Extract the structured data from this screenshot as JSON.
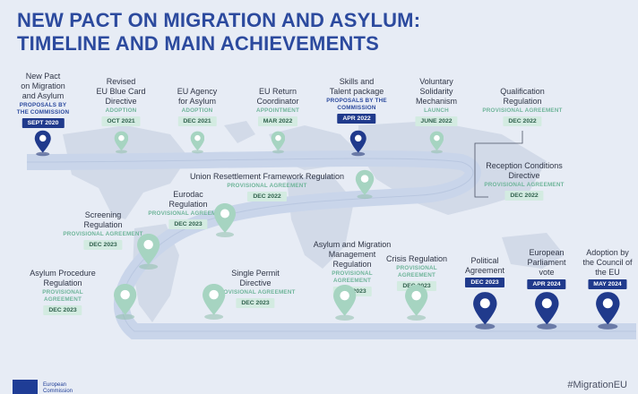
{
  "title": {
    "line1": "NEW PACT ON MIGRATION AND ASYLUM:",
    "line2": "TIMELINE AND MAIN ACHIEVEMENTS"
  },
  "colors": {
    "dark_blue": "#203a8c",
    "title_blue": "#2c4a9e",
    "light_green": "#d3ebe1",
    "green_text": "#6fb59a",
    "pin_green": "#a6d4c1",
    "road": "#c7d3e8"
  },
  "milestones": [
    {
      "key": "new-pact",
      "name": "New Pact\non Migration\nand Asylum",
      "status": "PROPOSALS BY\nTHE COMMISSION",
      "date": "SEPT 2020",
      "style": "blue"
    },
    {
      "key": "blue-card",
      "name": "Revised\nEU Blue Card\nDirective",
      "status": "ADOPTION",
      "date": "OCT 2021",
      "style": "green"
    },
    {
      "key": "eu-agency",
      "name": "EU Agency\nfor Asylum",
      "status": "ADOPTION",
      "date": "DEC 2021",
      "style": "green"
    },
    {
      "key": "return-coordinator",
      "name": "EU Return\nCoordinator",
      "status": "APPOINTMENT",
      "date": "MAR 2022",
      "style": "green"
    },
    {
      "key": "skills-talent",
      "name": "Skills and\nTalent package",
      "status": "PROPOSALS BY THE\nCOMMISSION",
      "date": "APR 2022",
      "style": "blue"
    },
    {
      "key": "voluntary-solidarity",
      "name": "Voluntary\nSolidarity\nMechanism",
      "status": "LAUNCH",
      "date": "JUNE 2022",
      "style": "green"
    },
    {
      "key": "qualification",
      "name": "Qualification\nRegulation",
      "status": "PROVISIONAL AGREEMENT",
      "date": "DEC 2022",
      "style": "green"
    },
    {
      "key": "resettlement",
      "name": "Union Resettlement Framework Regulation",
      "status": "PROVISIONAL AGREEMENT",
      "date": "DEC 2022",
      "style": "green"
    },
    {
      "key": "reception",
      "name": "Reception Conditions\nDirective",
      "status": "PROVISIONAL AGREEMENT",
      "date": "DEC 2022",
      "style": "green"
    },
    {
      "key": "eurodac",
      "name": "Eurodac\nRegulation",
      "status": "PROVISIONAL AGREEMENT",
      "date": "DEC 2023",
      "style": "green"
    },
    {
      "key": "screening",
      "name": "Screening\nRegulation",
      "status": "PROVISIONAL AGREEMENT",
      "date": "DEC 2023",
      "style": "green"
    },
    {
      "key": "asylum-procedure",
      "name": "Asylum Procedure\nRegulation",
      "status": "PROVISIONAL\nAGREEMENT",
      "date": "DEC 2023",
      "style": "green"
    },
    {
      "key": "single-permit",
      "name": "Single Permit\nDirective",
      "status": "PROVISIONAL AGREEMENT",
      "date": "DEC 2023",
      "style": "green"
    },
    {
      "key": "asylum-migration-mgmt",
      "name": "Asylum and Migration\nManagement\nRegulation",
      "status": "PROVISIONAL\nAGREEMENT",
      "date": "DEC 2023",
      "style": "green"
    },
    {
      "key": "crisis",
      "name": "Crisis Regulation",
      "status": "PROVISIONAL\nAGREEMENT",
      "date": "DEC 2023",
      "style": "green"
    },
    {
      "key": "political",
      "name": "Political\nAgreement",
      "status": "",
      "date": "DEC 2023",
      "style": "blue"
    },
    {
      "key": "parliament",
      "name": "European\nParliament\nvote",
      "status": "",
      "date": "APR 2024",
      "style": "blue"
    },
    {
      "key": "council",
      "name": "Adoption by\nthe Council of\nthe EU",
      "status": "",
      "date": "MAY 2024",
      "style": "blue"
    }
  ],
  "footer": {
    "logo_text": "European\nCommission",
    "hashtag": "#MigrationEU"
  }
}
